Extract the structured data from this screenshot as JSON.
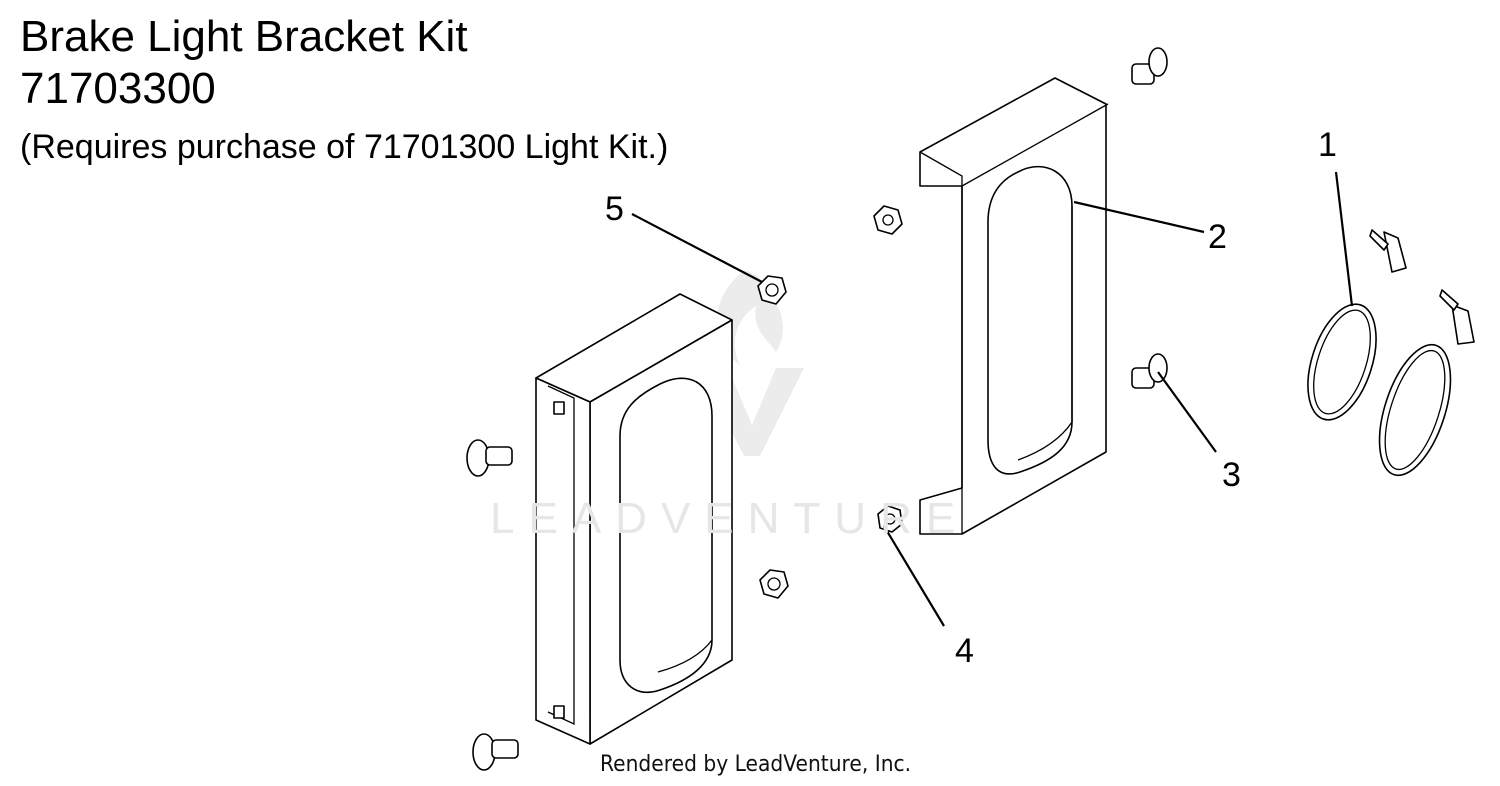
{
  "header": {
    "title": "Brake Light Bracket Kit",
    "part_number": "71703300",
    "note": "(Requires purchase of 71701300 Light Kit.)"
  },
  "callouts": [
    "1",
    "2",
    "3",
    "4",
    "5"
  ],
  "watermark": "LEADVENTURE",
  "footer": "Rendered by LeadVenture, Inc."
}
